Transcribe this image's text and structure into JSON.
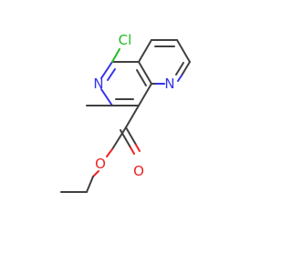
{
  "atoms": {
    "cl": {
      "label": "Cl",
      "color": "#22bb22"
    },
    "n_pyridine_ring_a": {
      "label": "N",
      "color": "#3333ee"
    },
    "n_pyridine_ring_b": {
      "label": "N",
      "color": "#3333ee"
    },
    "o_carbonyl": {
      "label": "O",
      "color": "#ee2222"
    },
    "o_ester": {
      "label": "O",
      "color": "#ee2222"
    }
  },
  "bond_color": "#404040"
}
